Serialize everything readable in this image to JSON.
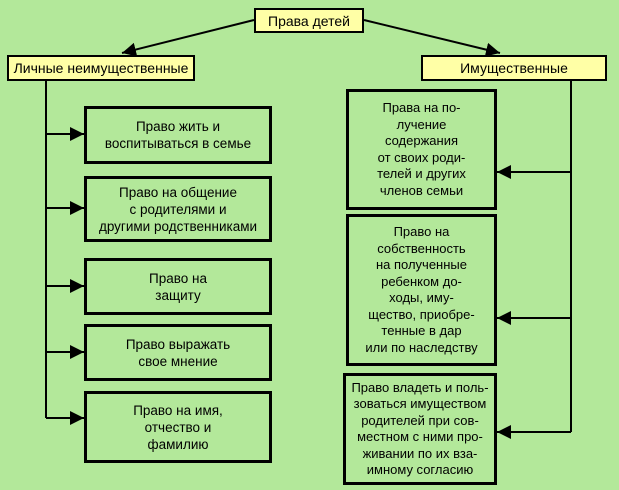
{
  "root": "Права детей",
  "left": {
    "title": "Личные неимущественные",
    "items": [
      "Право жить и\nвоспитываться в семье",
      "Право на общение\nс родителями и\nдругими родственниками",
      "Право на\nзащиту",
      "Право выражать\nсвое мнение",
      "Право на имя,\nотчество и\nфамилию"
    ]
  },
  "right": {
    "title": "Имущественные",
    "items": [
      "Права на по-\nлучение\nсодержания\nот своих роди-\nтелей и других\nчленов семьи",
      "Право на\nсобственность\nна полученные\nребенком до-\nходы, иму-\nщество, приобре-\nтенные в дар\nили по наследству",
      "Право владеть и поль-\nзоваться имуществом\nродителей при сов-\nместном с ними про-\nживании по их вза-\nимному согласию"
    ]
  },
  "colors": {
    "background": "#b3e89a",
    "header_fill": "#ffffa6",
    "line": "#000000"
  }
}
